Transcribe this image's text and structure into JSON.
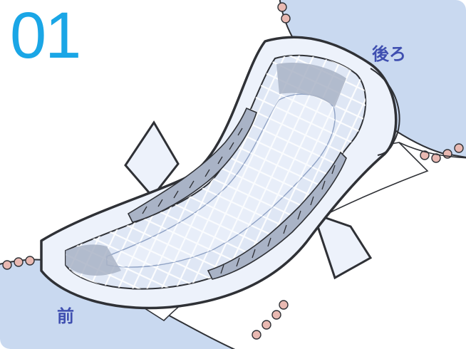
{
  "step": {
    "number": "01"
  },
  "labels": {
    "back": "後ろ",
    "front": "前"
  },
  "colors": {
    "step_number": "#1aa6e6",
    "label": "#3f4fb0",
    "fabric": "#c9d9f0",
    "pad_body": "#edf2fb",
    "pad_inner": "#dfe7f5",
    "outline": "#2f3136"
  },
  "icons": {
    "main_illustration": "sanitary-pad-on-underwear-illustration"
  }
}
